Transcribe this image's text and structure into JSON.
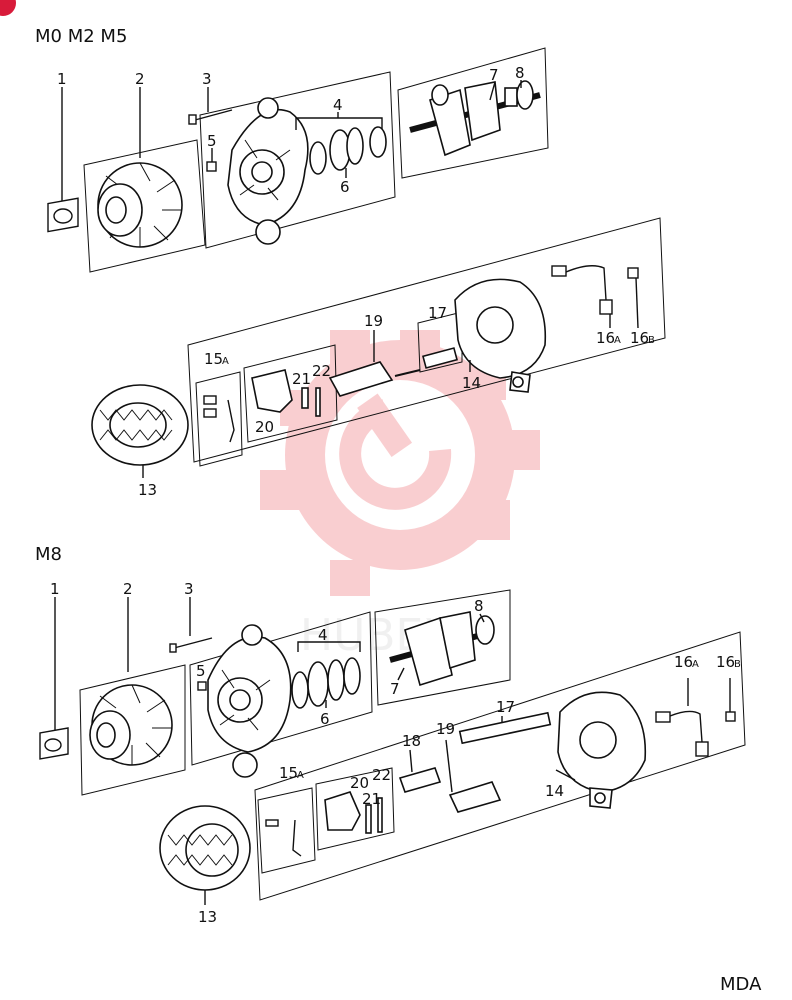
{
  "corner_badge": {
    "color": "#d81b3a"
  },
  "watermark": {
    "text": "HUBEX",
    "color": "#e8262f"
  },
  "sections": {
    "upper": {
      "title": "M0  M2 M5",
      "labels": {
        "p1": "1",
        "p2": "2",
        "p3": "3",
        "p4": "4",
        "p5": "5",
        "p6": "6",
        "p7": "7",
        "p8": "8",
        "p13": "13",
        "p14": "14",
        "p15": "15",
        "p15s": "A",
        "p16a": "16",
        "p16as": "A",
        "p16b": "16",
        "p16bs": "B",
        "p17": "17",
        "p19": "19",
        "p20": "20",
        "p21": "21",
        "p22": "22"
      }
    },
    "lower": {
      "title": "M8",
      "labels": {
        "p1": "1",
        "p2": "2",
        "p3": "3",
        "p4": "4",
        "p5": "5",
        "p6": "6",
        "p7": "7",
        "p8": "8",
        "p13": "13",
        "p14": "14",
        "p15": "15",
        "p15s": "A",
        "p16a": "16",
        "p16as": "A",
        "p16b": "16",
        "p16bs": "B",
        "p17": "17",
        "p18": "18",
        "p19": "19",
        "p20": "20",
        "p21": "21",
        "p22": "22"
      }
    }
  },
  "footer_code": "MDA"
}
